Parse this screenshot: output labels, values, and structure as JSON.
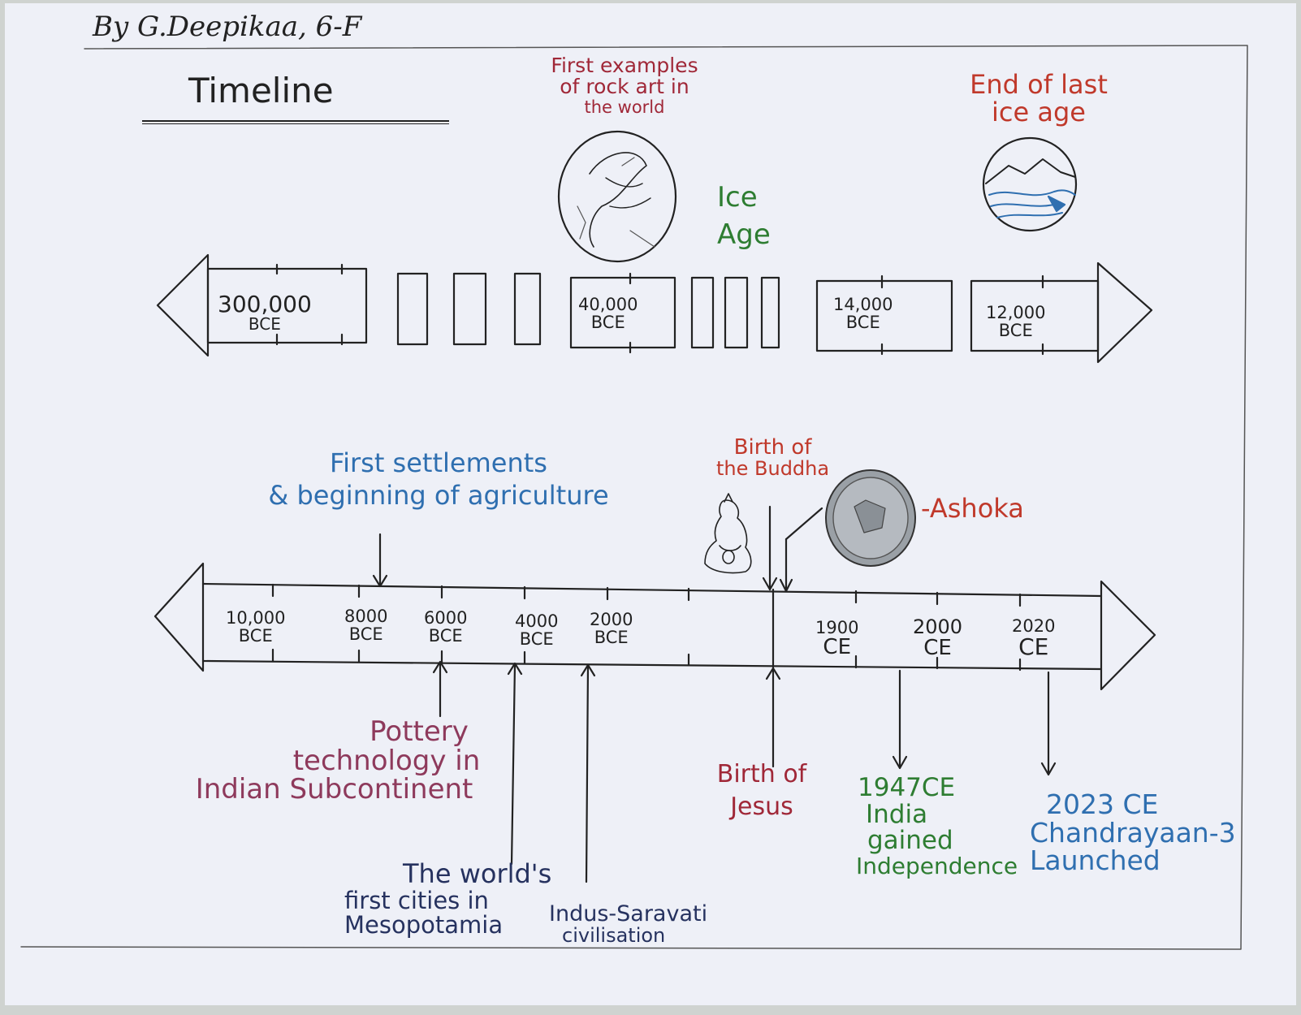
{
  "colors": {
    "ink": "#222222",
    "red": "#c0392b",
    "maroon": "#a02838",
    "plum": "#8e3a5c",
    "blue": "#2f6fb0",
    "navy": "#26325f",
    "green": "#2e7d32",
    "paper": "#eef0f7"
  },
  "author": "By G.Deepikaa, 6-F",
  "title": "Timeline",
  "top_timeline": {
    "boxes": [
      {
        "label": [
          "300,000",
          "BCE"
        ]
      },
      {
        "label": [
          "40,000",
          "BCE"
        ]
      },
      {
        "label": [
          "14,000",
          "BCE"
        ]
      },
      {
        "label": [
          "12,000",
          "BCE"
        ]
      }
    ],
    "events": {
      "rock_art": [
        "First examples",
        "of rock art in",
        "the world"
      ],
      "ice_age": [
        "Ice",
        "Age"
      ],
      "end_ice_age": [
        "End of last",
        "ice age"
      ]
    },
    "icons": [
      "rock-art-circle-icon",
      "mountain-lake-circle-icon"
    ]
  },
  "bottom_timeline": {
    "ticks": [
      {
        "label": [
          "10,000",
          "BCE"
        ]
      },
      {
        "label": [
          "8000",
          "BCE"
        ]
      },
      {
        "label": [
          "6000",
          "BCE"
        ]
      },
      {
        "label": [
          "4000",
          "BCE"
        ]
      },
      {
        "label": [
          "2000",
          "BCE"
        ]
      },
      {
        "label": [
          "1900",
          "CE"
        ]
      },
      {
        "label": [
          "2000",
          "CE"
        ]
      },
      {
        "label": [
          "2020",
          "CE"
        ]
      }
    ],
    "events": {
      "settlements": [
        "First settlements",
        "& beginning of agriculture"
      ],
      "buddha": [
        "Birth of",
        "the Buddha"
      ],
      "ashoka": "-Ashoka",
      "pottery": [
        "Pottery",
        "technology in",
        "Indian Subcontinent"
      ],
      "cities": [
        "The world's",
        "first cities in",
        "Mesopotamia"
      ],
      "indus": [
        "Indus-Saravati",
        "civilisation"
      ],
      "jesus": [
        "Birth of",
        "Jesus"
      ],
      "independence": [
        "1947CE",
        "India",
        "gained",
        "Independence"
      ],
      "chandrayaan": [
        "2023 CE",
        "Chandrayaan-3",
        "Launched"
      ]
    },
    "icons": [
      "buddha-figure-icon",
      "ashoka-coin-icon"
    ]
  }
}
